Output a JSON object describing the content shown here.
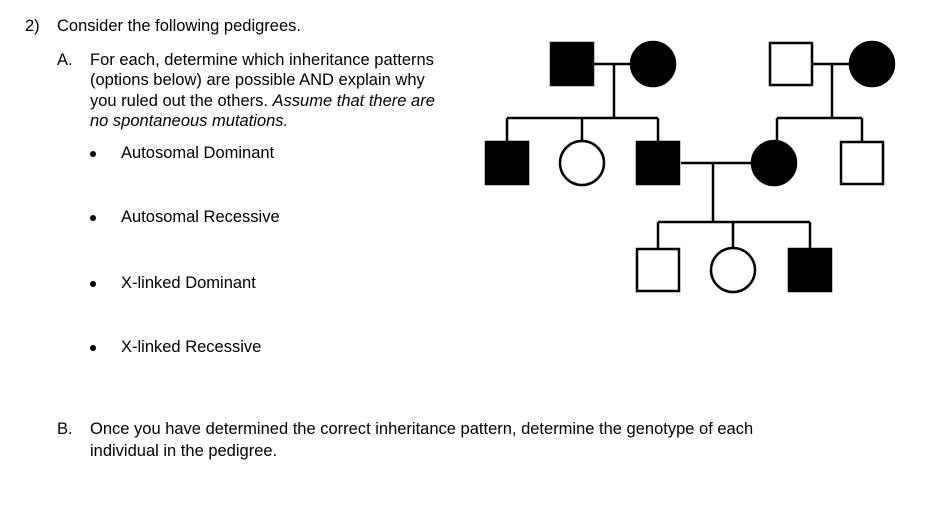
{
  "question": {
    "number": "2)",
    "prompt": "Consider the following pedigrees."
  },
  "part_a": {
    "letter": "A.",
    "line1": "For each, determine which inheritance patterns",
    "line2": "(options below) are possible AND explain why",
    "line3_plain": "you ruled out the others.",
    "line3_italic": "Assume that there are",
    "line4_italic": "no spontaneous mutations.",
    "options": [
      "Autosomal Dominant",
      "Autosomal Recessive",
      "X-linked Dominant",
      "X-linked Recessive"
    ]
  },
  "part_b": {
    "letter": "B.",
    "line1": "Once you have determined the correct inheritance pattern, determine the genotype of each",
    "line2": "individual in the pedigree."
  },
  "pedigree": {
    "individuals": [
      {
        "id": "I-1",
        "sex": "male",
        "affected": true
      },
      {
        "id": "I-2",
        "sex": "female",
        "affected": true
      },
      {
        "id": "I-3",
        "sex": "male",
        "affected": false
      },
      {
        "id": "I-4",
        "sex": "female",
        "affected": true
      },
      {
        "id": "II-1",
        "sex": "male",
        "affected": true
      },
      {
        "id": "II-2",
        "sex": "female",
        "affected": false
      },
      {
        "id": "II-3",
        "sex": "male",
        "affected": true
      },
      {
        "id": "II-4",
        "sex": "female",
        "affected": true
      },
      {
        "id": "II-5",
        "sex": "male",
        "affected": false
      },
      {
        "id": "III-1",
        "sex": "male",
        "affected": false
      },
      {
        "id": "III-2",
        "sex": "female",
        "affected": false
      },
      {
        "id": "III-3",
        "sex": "male",
        "affected": true
      }
    ]
  }
}
